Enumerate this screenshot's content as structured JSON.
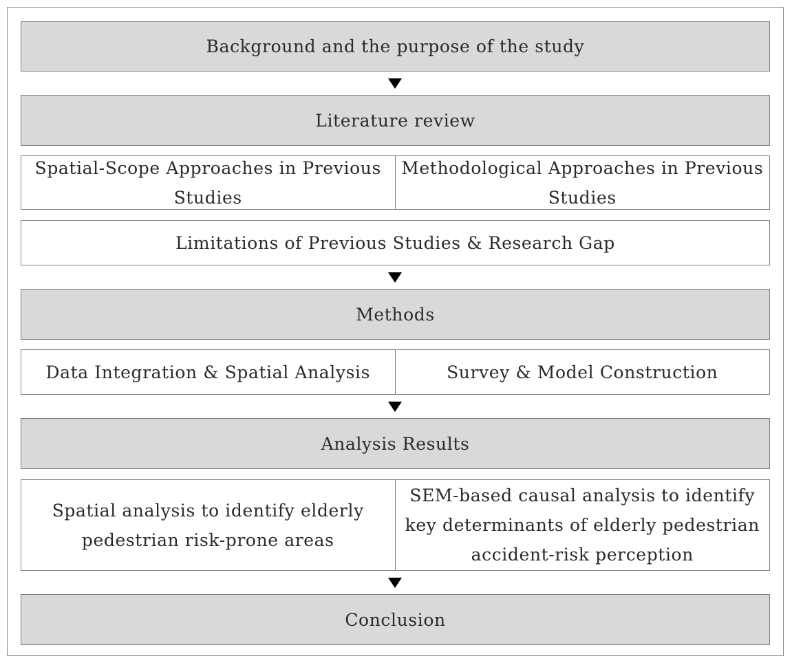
{
  "steps": {
    "background": "Background and the purpose of the study",
    "literature_review": "Literature review",
    "literature_left": "Spatial-Scope Approaches in Previous Studies",
    "literature_right": "Methodological Approaches in Previous Studies",
    "limitations": "Limitations of Previous Studies & Research Gap",
    "methods": "Methods",
    "methods_left": "Data Integration & Spatial Analysis",
    "methods_right": "Survey & Model Construction",
    "analysis_results": "Analysis Results",
    "results_left": "Spatial analysis to identify elderly pedestrian risk-prone areas",
    "results_right": "SEM-based causal analysis to identify key determinants of elderly pedestrian accident-risk perception",
    "conclusion": "Conclusion"
  },
  "colors": {
    "gray_box": "#d9d9d9",
    "white_box": "#ffffff",
    "border": "#7f7f7f",
    "arrow": "#000000"
  }
}
